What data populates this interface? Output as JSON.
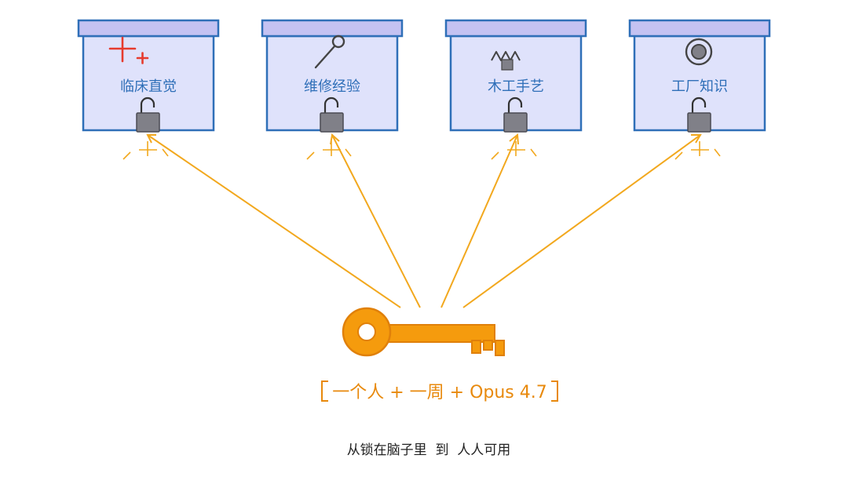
{
  "boxes": [
    {
      "label": "临床直觉",
      "icon": "medical-cross-icon"
    },
    {
      "label": "维修经验",
      "icon": "wrench-icon"
    },
    {
      "label": "木工手艺",
      "icon": "saw-icon"
    },
    {
      "label": "工厂知识",
      "icon": "gear-icon"
    }
  ],
  "key_caption": "一个人 + 一周 + Opus 4.7",
  "footer": "从锁在脑子里  到  人人可用",
  "colors": {
    "box_fill": "#dfe2fb",
    "box_border": "#2f6fb8",
    "lid_fill": "#c4c2f2",
    "label_text": "#2f6fb8",
    "lock_body": "#808088",
    "arrow": "#f2a81e",
    "key_fill": "#f59b0d",
    "key_stroke": "#e0800a",
    "caption_text": "#e8890c",
    "icon_red": "#e63b2e",
    "icon_dark": "#444444",
    "footer_text": "#222222"
  }
}
